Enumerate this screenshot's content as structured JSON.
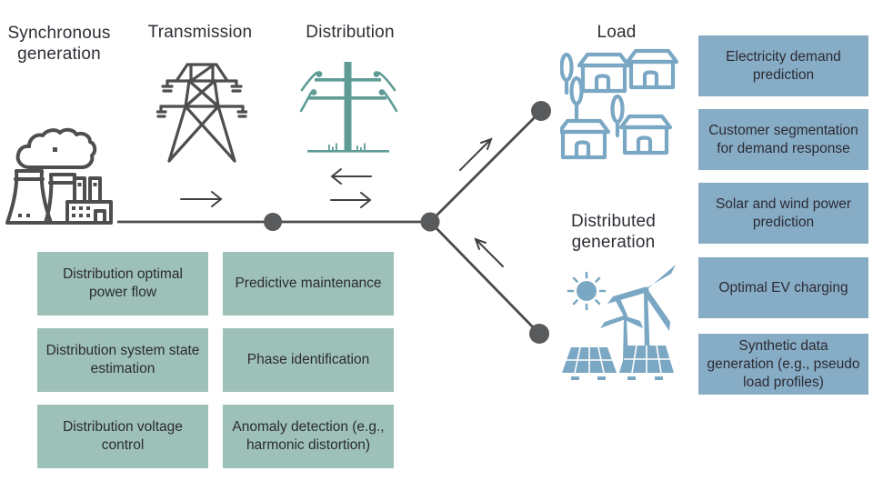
{
  "stages": {
    "synchronous_generation": "Synchronous generation",
    "transmission": "Transmission",
    "distribution": "Distribution",
    "load": "Load",
    "distributed_generation": "Distributed generation"
  },
  "grid_applications": [
    "Distribution optimal power flow",
    "Predictive maintenance",
    "Distribution system state estimation",
    "Phase identification",
    "Distribution voltage control",
    "Anomaly detection (e.g., harmonic distortion)"
  ],
  "demand_applications": [
    "Electricity demand prediction",
    "Customer segmentation for demand response",
    "Solar and wind power prediction",
    "Optimal EV charging",
    "Synthetic data generation (e.g., pseudo load profiles)"
  ],
  "icons": {
    "power_plant": "power-plant-icon",
    "transmission_tower": "transmission-tower-icon",
    "distribution_pole": "distribution-pole-icon",
    "load_houses_trees": "houses-trees-icon",
    "distributed_solar_wind": "solar-wind-icon"
  },
  "colors": {
    "teal_box": "#9dc0b8",
    "blue_box": "#87acc5",
    "teal_icon": "#5f9c96",
    "blue_icon": "#7aa7c3",
    "dark_icon": "#4d4e50",
    "line_gray": "#4a4b4d",
    "node_gray": "#595a5c",
    "text_dark": "#2e2e36"
  }
}
